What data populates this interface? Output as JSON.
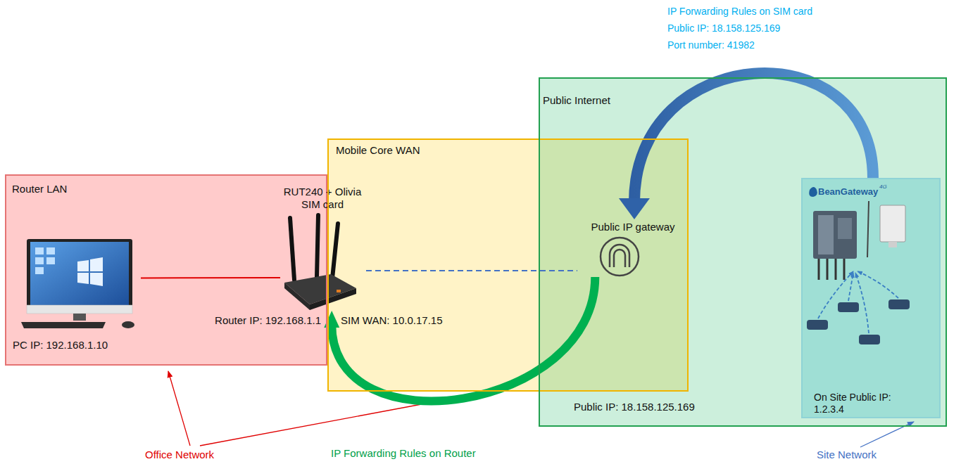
{
  "diagram": {
    "nodes": [
      {
        "text": [
          "Router LAN"
        ]
      },
      {
        "text": [
          "PC IP: 192.168.1.10"
        ],
        "in": 0
      },
      {
        "text": [
          "RUT240 + Olivia SIM card"
        ]
      },
      {
        "text": [
          "Mobile Core WAN"
        ]
      },
      {
        "text": [
          "Public Internet"
        ]
      },
      {
        "text": [
          "Public IP gateway"
        ],
        "in": 4
      },
      {
        "text": [
          "BeanGateway",
          "4G",
          "On Site Public IP: 1.2.3.4"
        ],
        "in": 4
      }
    ],
    "edges": [
      {
        "from": 1,
        "to": 2,
        "arrow": "none"
      },
      {
        "from": 2,
        "to": 5,
        "arrow": "none"
      },
      {
        "from": 6,
        "to": 5,
        "arrow": "to",
        "label": "IP Forwarding Rules on SIM card"
      },
      {
        "from": 5,
        "to": 2,
        "arrow": "to",
        "label": "IP Forwarding Rules on Router"
      }
    ],
    "labels": [
      "Public IP: 18.158.125.169",
      "Port number: 41982",
      "Router IP: 192.168.1.1",
      "SIM WAN: 10.0.17.15",
      "Public IP: 18.158.125.169",
      "Office Network",
      "Site Network"
    ]
  }
}
